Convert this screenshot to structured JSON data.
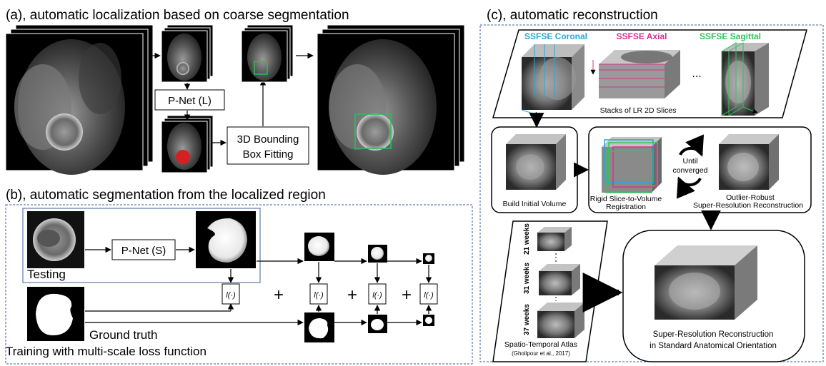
{
  "panel_a": {
    "title": "(a), automatic localization based on  coarse segmentation",
    "pnet_l": "P-Net (L)",
    "bbox_line1": "3D Bounding",
    "bbox_line2": "Box Fitting"
  },
  "panel_b": {
    "title": "(b), automatic segmentation from the localized region",
    "pnet_s": "P-Net (S)",
    "testing": "Testing",
    "ground_truth": "Ground truth",
    "training": "Training with multi-scale loss function",
    "loss_symbol": "l(·)",
    "plus": "+"
  },
  "panel_c": {
    "title": "(c), automatic reconstruction",
    "coronal": "SSFSE Coronal",
    "axial": "SSFSE Axial",
    "sagittal": "SSFSE Sagittal",
    "ellipsis": "...",
    "stacks": "Stacks of LR 2D Slices",
    "build": "Build Initial Volume",
    "rigid_line1": "Rigid Slice-to-Volume",
    "rigid_line2": "Registration",
    "until_line1": "Until",
    "until_line2": "converged",
    "outlier_line1": "Outlier-Robust",
    "outlier_line2": "Super-Resolution Reconstruction",
    "week21": "21 weeks",
    "week31": "31 weeks",
    "week37": "37 weeks",
    "atlas_line1": "Spatio-Temporal Atlas",
    "atlas_line2": "(Gholipour et al., 2017)",
    "srr_line1": "Super-Resolution Reconstruction",
    "srr_line2": "in Standard Anatomical Orientation"
  },
  "colors": {
    "coronal": "#2aa6d8",
    "axial": "#d6338f",
    "sagittal": "#33c25a",
    "dashed_border": "#3b5f9a",
    "bbox_green": "#2ebc5a",
    "seg_red": "#d42020"
  }
}
